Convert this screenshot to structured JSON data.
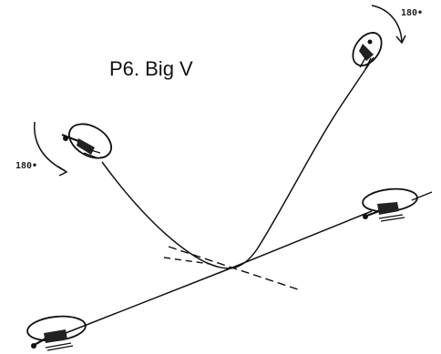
{
  "diagram": {
    "title": "P6. Big V",
    "turn_labels": {
      "top_right": "180•",
      "left": "180•"
    }
  }
}
